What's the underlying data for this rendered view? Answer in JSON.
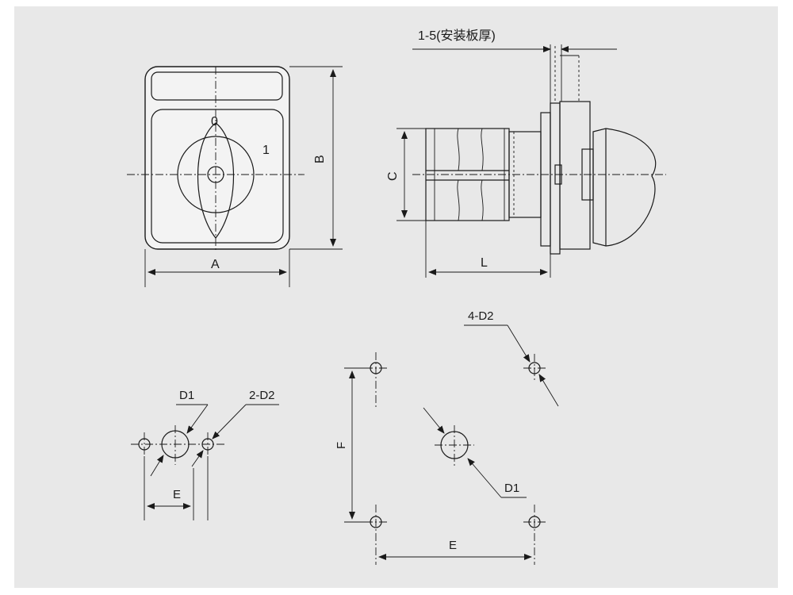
{
  "colors": {
    "background": "#ffffff",
    "panel": "#e8e8e8",
    "line": "#1a1a1a"
  },
  "front_view": {
    "pos_0": "0",
    "pos_1": "1",
    "dim_a": "A",
    "dim_b": "B"
  },
  "side_view": {
    "panel_thickness": "1-5(安装板厚)",
    "dim_c": "C",
    "dim_l": "L"
  },
  "two_hole_mount": {
    "d1_label": "D1",
    "d2_label": "2-D2",
    "e_label": "E"
  },
  "four_hole_mount": {
    "d2_label": "4-D2",
    "d1_label": "D1",
    "f_label": "F",
    "e_label": "E"
  }
}
